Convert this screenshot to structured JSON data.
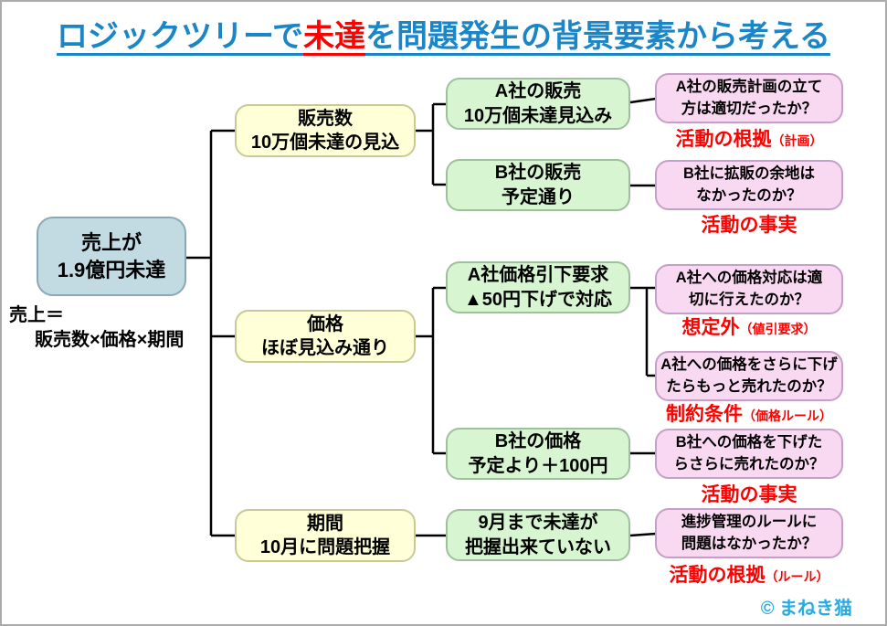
{
  "title": {
    "part1": "ロジックツリーで",
    "highlight": "未達",
    "part2": "を問題発生の背景要素から考える"
  },
  "root_node": {
    "text": "売上が\n1.9億円未達"
  },
  "formula": {
    "line1": "売上＝",
    "line2": "販売数×価格×期間"
  },
  "level2": [
    {
      "text": "販売数\n10万個未達の見込"
    },
    {
      "text": "価格\nほぼ見込み通り"
    },
    {
      "text": "期間\n10月に問題把握"
    }
  ],
  "level3": [
    {
      "text": "A社の販売\n10万個未達見込み"
    },
    {
      "text": "B社の販売\n予定通り"
    },
    {
      "text": "A社価格引下要求\n▲50円下げで対応"
    },
    {
      "text": "B社の価格\n予定より＋100円"
    },
    {
      "text": "9月まで未達が\n把握出来ていない"
    }
  ],
  "level4": [
    {
      "text": "A社の販売計画の立て\n方は適切だったか？",
      "label_main": "活動の根拠",
      "label_paren": "（計画）"
    },
    {
      "text": "B社に拡販の余地は\nなかったのか？",
      "label_main": "活動の事実",
      "label_paren": ""
    },
    {
      "text": "A社への価格対応は適\n切に行えたのか？",
      "label_main": "想定外",
      "label_paren": "（値引要求）"
    },
    {
      "text": "A社への価格をさらに下げ\nたらもっと売れたのか？",
      "label_main": "制約条件",
      "label_paren": "（価格ルール）"
    },
    {
      "text": "B社への価格を下げた\nらさらに売れたのか？",
      "label_main": "活動の事実",
      "label_paren": ""
    },
    {
      "text": "進捗管理のルールに\n問題はなかったか？",
      "label_main": "活動の根拠",
      "label_paren": "（ルール）"
    }
  ],
  "copyright": {
    "symbol": "©",
    "text": "まねき猫"
  },
  "colors": {
    "title_blue": "#1a86c8",
    "accent_red": "#ff0000",
    "root_fill": "#c2dbe2",
    "level2_fill": "#ffffd8",
    "level3_fill": "#d6f5d0",
    "level4_fill": "#f9d9f2",
    "connector_black": "#000000",
    "copyright_blue": "#29abe2"
  }
}
